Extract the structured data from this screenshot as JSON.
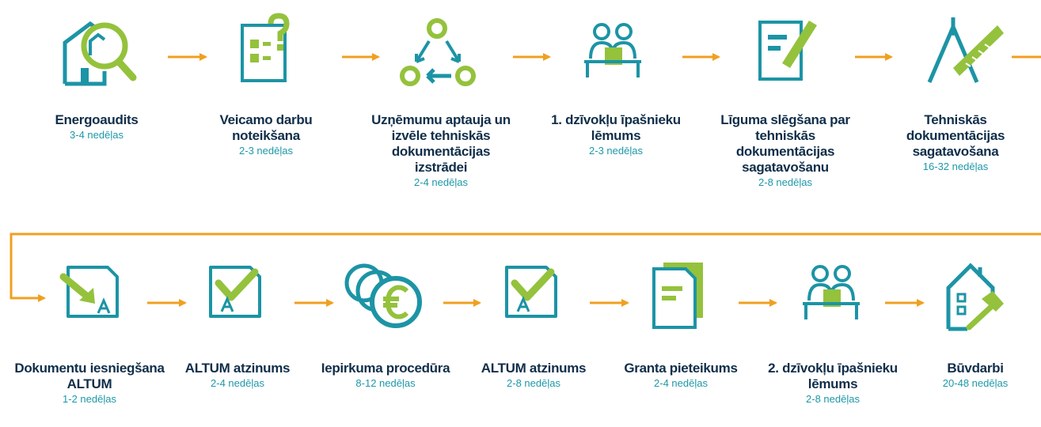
{
  "colors": {
    "teal": "#1c94a5",
    "green": "#94c23c",
    "orange": "#f0a020",
    "navy": "#102e4a",
    "blue": "#1d98a8"
  },
  "steps": [
    {
      "title": "Energoaudits",
      "duration": "3-4 nedēļas",
      "icon": "house-magnifier-icon"
    },
    {
      "title": "Veicamo darbu\nnoteikšana",
      "duration": "2-3 nedēļas",
      "icon": "checklist-question-icon"
    },
    {
      "title": "Uzņēmumu aptauja un\nizvēle tehniskās\ndokumentācijas\nizstrādei",
      "duration": "2-4 nedēļas",
      "icon": "cycle-nodes-icon"
    },
    {
      "title": "1. dzīvokļu īpašnieku\nlēmums",
      "duration": "2-3 nedēļas",
      "icon": "meeting-people-icon"
    },
    {
      "title": "Līguma slēgšana par\ntehniskās\ndokumentācijas\nsagatavošanu",
      "duration": "2-8 nedēļas",
      "icon": "document-pen-icon"
    },
    {
      "title": "Tehniskās\ndokumentācijas\nsagatavošana",
      "duration": "16-32 nedēļas",
      "icon": "compass-ruler-icon"
    },
    {
      "title": "Dokumentu iesniegšana\nALTUM",
      "duration": "1-2 nedēļas",
      "icon": "document-submit-icon"
    },
    {
      "title": "ALTUM atzinums",
      "duration": "2-4 nedēļas",
      "icon": "document-check-icon"
    },
    {
      "title": "Iepirkuma procedūra",
      "duration": "8-12 nedēļas",
      "icon": "euro-coins-icon"
    },
    {
      "title": "ALTUM atzinums",
      "duration": "2-8 nedēļas",
      "icon": "document-check-icon"
    },
    {
      "title": "Granta pieteikums",
      "duration": "2-4 nedēļas",
      "icon": "documents-stack-icon"
    },
    {
      "title": "2. dzīvokļu īpašnieku\nlēmums",
      "duration": "2-8 nedēļas",
      "icon": "meeting-people-icon"
    },
    {
      "title": "Būvdarbi",
      "duration": "20-48 nedēļas",
      "icon": "house-hammer-icon"
    }
  ]
}
